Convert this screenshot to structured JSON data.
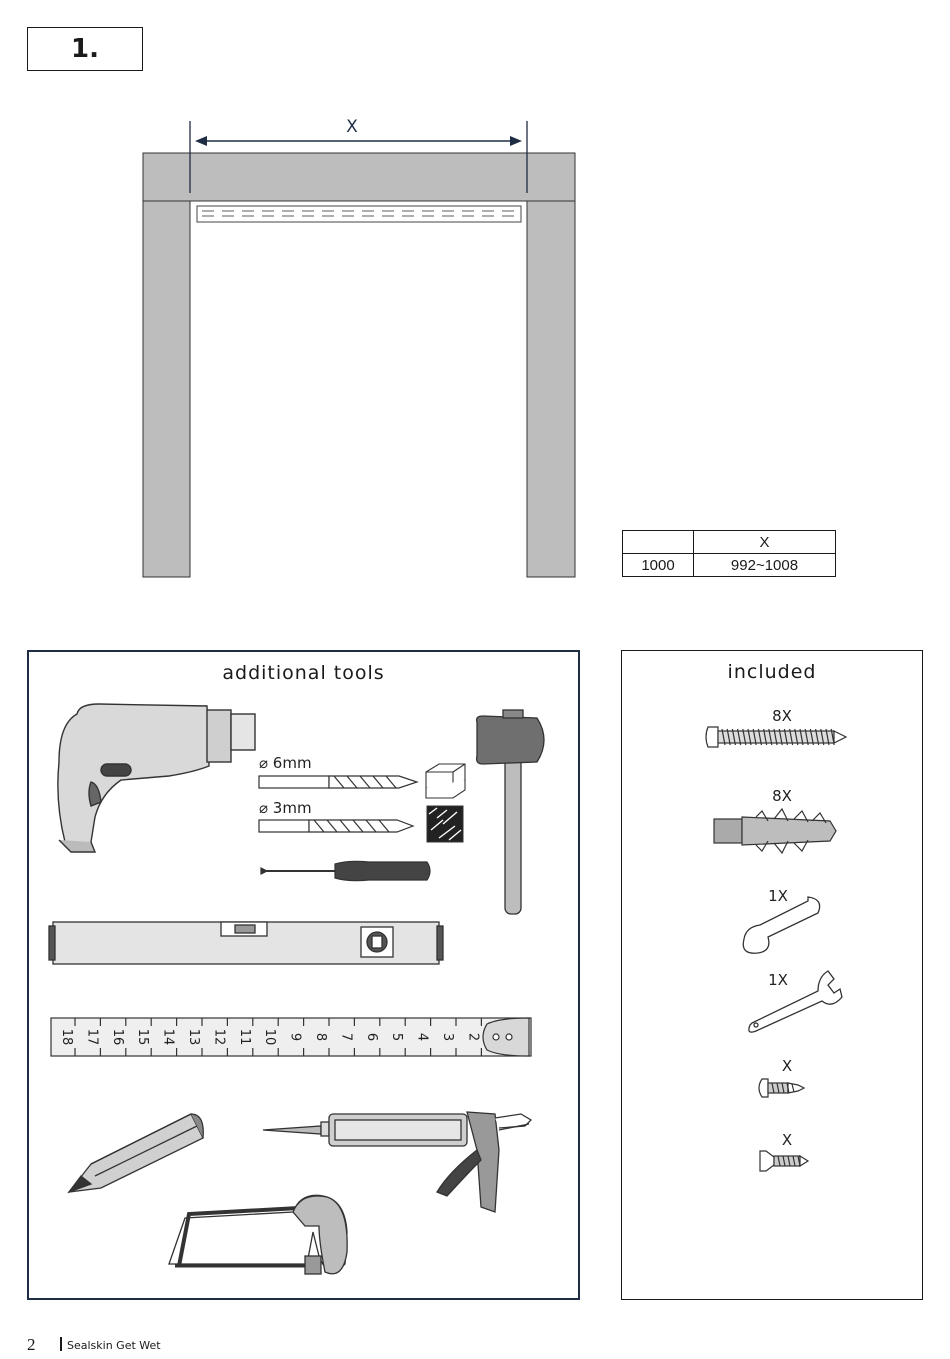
{
  "step": {
    "number": "1."
  },
  "frame": {
    "dimension_label": "X"
  },
  "spec_table": {
    "header": [
      "",
      "X"
    ],
    "rows": [
      [
        "1000",
        "992~1008"
      ]
    ]
  },
  "additional_tools": {
    "title": "additional tools",
    "drill_bit_6": "⌀ 6mm",
    "drill_bit_3": "⌀ 3mm",
    "ruler_marks": [
      "18",
      "17",
      "16",
      "15",
      "14",
      "13",
      "12",
      "11",
      "10",
      "9",
      "8",
      "7",
      "6",
      "5",
      "4",
      "3",
      "2"
    ]
  },
  "included": {
    "title": "included",
    "items": [
      {
        "qty": "8X",
        "icon": "long-screw-icon"
      },
      {
        "qty": "8X",
        "icon": "wall-plug-icon"
      },
      {
        "qty": "1X",
        "icon": "hex-key-icon"
      },
      {
        "qty": "1X",
        "icon": "wrench-icon"
      },
      {
        "qty": "X",
        "icon": "pan-head-screw-icon"
      },
      {
        "qty": "X",
        "icon": "countersunk-screw-icon"
      }
    ]
  },
  "footer": {
    "page_number": "2",
    "brand": "Sealskin Get Wet"
  },
  "colors": {
    "frame_gray": "#bdbdbd",
    "panel_border": "#1f2d44",
    "arrow": "#1f2d44"
  }
}
